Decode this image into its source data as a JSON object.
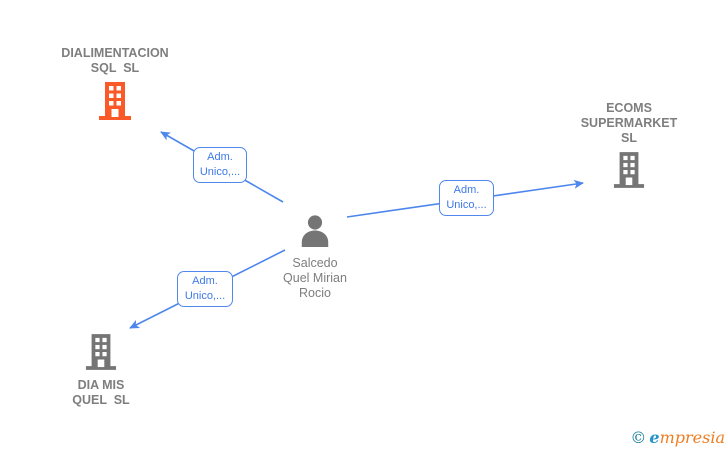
{
  "diagram_type": "corporate-relations-graph",
  "person": {
    "line1": "Salcedo",
    "line2": "Quel Mirian",
    "line3": "Rocio",
    "icon": "person-icon",
    "icon_color": "#757575"
  },
  "companies": [
    {
      "id": "dialimentacion",
      "line1": "DIALIMENTACION",
      "line2": "SQL  SL",
      "icon": "building-icon",
      "icon_color": "#fa5a28",
      "text_color": "#7e7e7e"
    },
    {
      "id": "ecoms",
      "line1": "ECOMS",
      "line2": "SUPERMARKET",
      "line3": "SL",
      "icon": "building-icon",
      "icon_color": "#757575",
      "text_color": "#7e7e7e"
    },
    {
      "id": "diamis",
      "line1": "DIA MIS",
      "line2": "QUEL  SL",
      "icon": "building-icon",
      "icon_color": "#757575",
      "text_color": "#7e7e7e"
    }
  ],
  "edges": [
    {
      "from": "person",
      "to": "dialimentacion",
      "label_line1": "Adm.",
      "label_line2": "Unico,..."
    },
    {
      "from": "person",
      "to": "ecoms",
      "label_line1": "Adm.",
      "label_line2": "Unico,..."
    },
    {
      "from": "person",
      "to": "diamis",
      "label_line1": "Adm.",
      "label_line2": "Unico,..."
    }
  ],
  "footer": {
    "copyright": "©",
    "brand_e": "e",
    "brand_rest": "mpresia"
  },
  "colors": {
    "edge_blue": "#4d86ec",
    "label_text_blue": "#3d79e6",
    "company_gray": "#757575",
    "highlight_orange": "#fa5a28",
    "name_text_gray": "#7e7e7e",
    "background": "#ffffff"
  }
}
